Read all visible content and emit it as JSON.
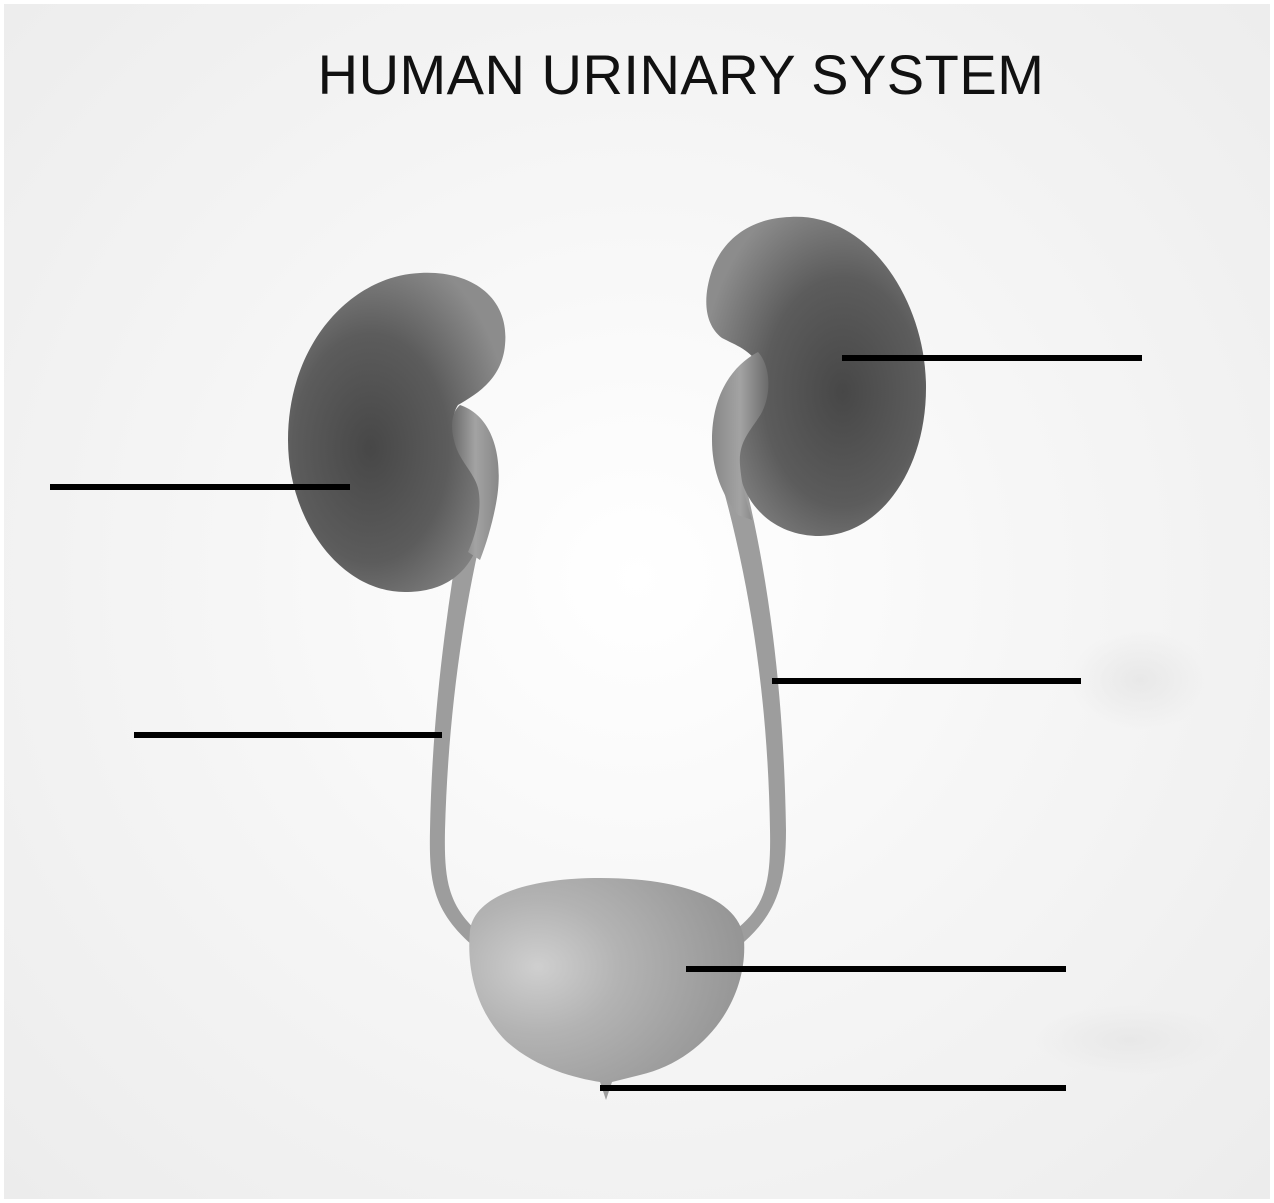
{
  "diagram": {
    "title": "HUMAN URINARY SYSTEM",
    "structures": [
      {
        "name": "kidney",
        "side": "left"
      },
      {
        "name": "kidney",
        "side": "right"
      },
      {
        "name": "ureter",
        "side": "left"
      },
      {
        "name": "ureter",
        "side": "right"
      },
      {
        "name": "bladder"
      },
      {
        "name": "urethra"
      }
    ],
    "label_blanks": [
      {
        "target": "left-kidney",
        "text": ""
      },
      {
        "target": "right-kidney",
        "text": ""
      },
      {
        "target": "left-ureter",
        "text": ""
      },
      {
        "target": "right-ureter",
        "text": ""
      },
      {
        "target": "bladder",
        "text": ""
      },
      {
        "target": "urethra",
        "text": ""
      }
    ],
    "colors": {
      "organ_dark": "#4a4a4a",
      "organ_mid": "#7d7d7d",
      "organ_light": "#b5b5b5",
      "leader_line": "#000000"
    }
  }
}
